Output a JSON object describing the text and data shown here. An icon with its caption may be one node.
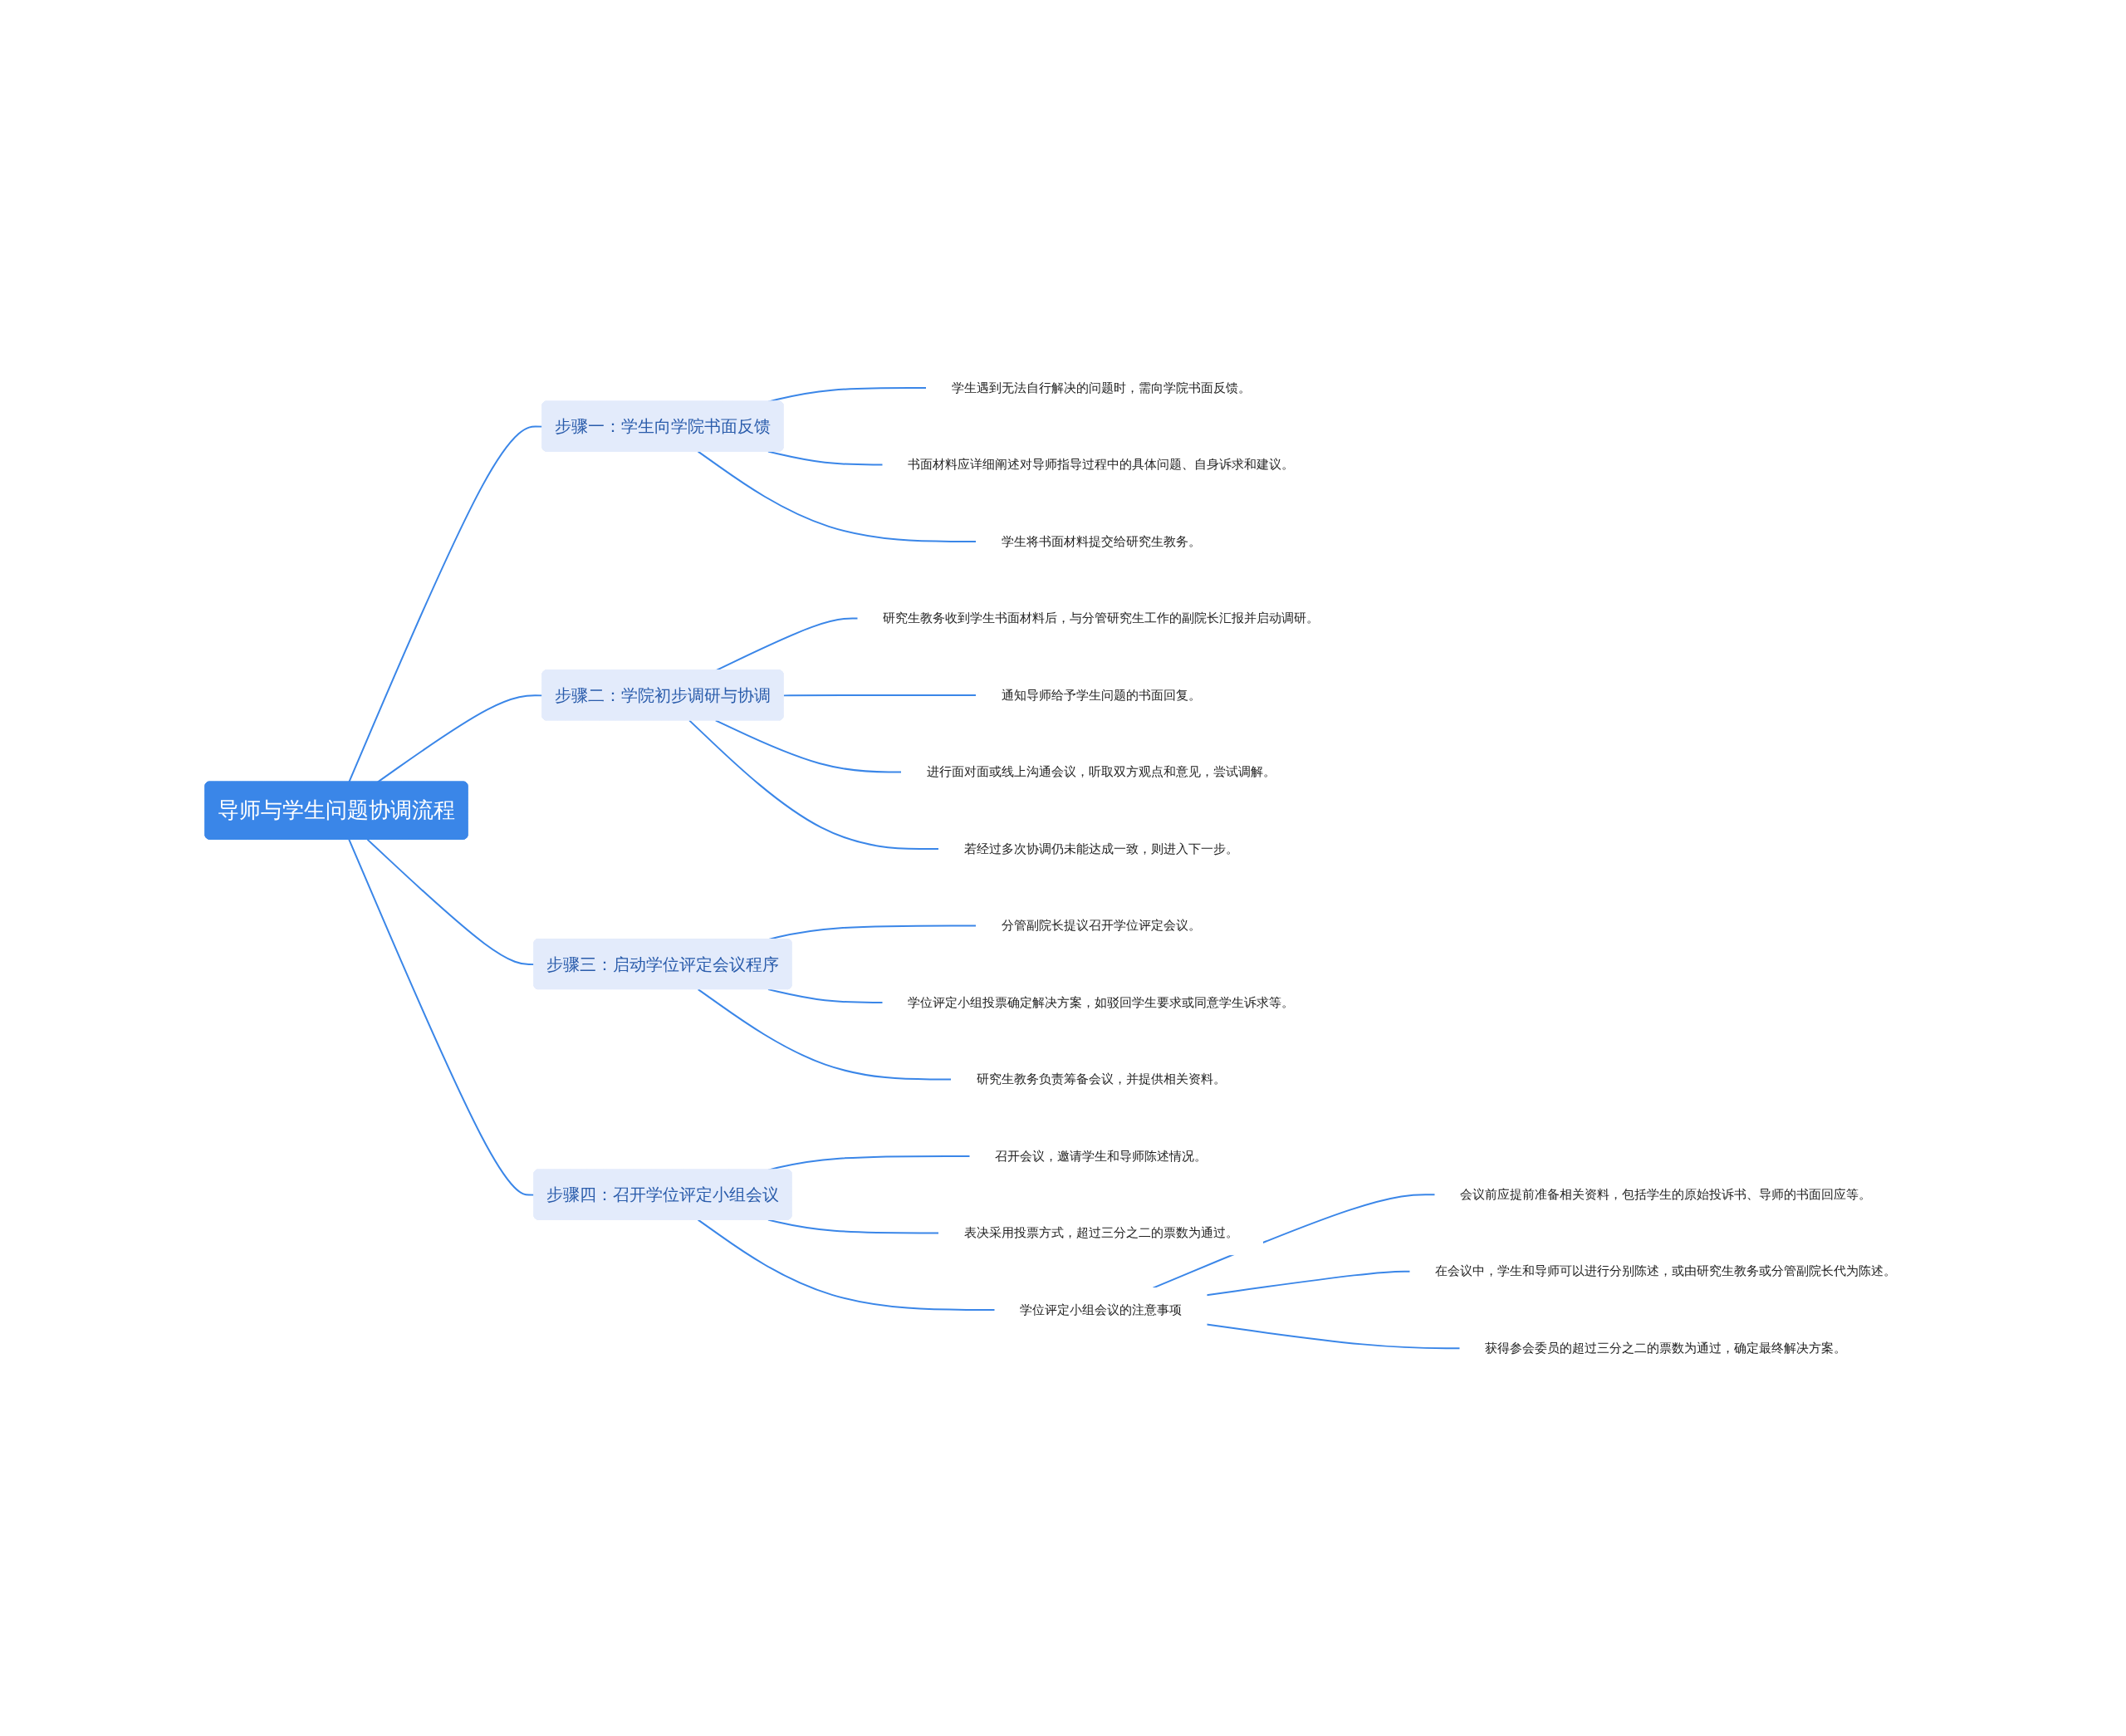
{
  "diagram": {
    "nodes": [
      {
        "text": [
          "导师与学生问题协调流程"
        ]
      },
      {
        "text": [
          "步骤一：学生向学院书面反馈"
        ]
      },
      {
        "text": [
          "学生遇到无法自行解决的问题时，需向学院书面反馈。"
        ]
      },
      {
        "text": [
          "书面材料应详细阐述对导师指导过程中的具体问题、自身诉求和建议。"
        ]
      },
      {
        "text": [
          "学生将书面材料提交给研究生教务。"
        ]
      },
      {
        "text": [
          "步骤二：学院初步调研与协调"
        ]
      },
      {
        "text": [
          "研究生教务收到学生书面材料后，与分管研究生工作的副院长汇报并启动调研。"
        ]
      },
      {
        "text": [
          "通知导师给予学生问题的书面回复。"
        ]
      },
      {
        "text": [
          "进行面对面或线上沟通会议，听取双方观点和意见，尝试调解。"
        ]
      },
      {
        "text": [
          "若经过多次协调仍未能达成一致，则进入下一步。"
        ]
      },
      {
        "text": [
          "步骤三：启动学位评定会议程序"
        ]
      },
      {
        "text": [
          "分管副院长提议召开学位评定会议。"
        ]
      },
      {
        "text": [
          "学位评定小组投票确定解决方案，如驳回学生要求或同意学生诉求等。"
        ]
      },
      {
        "text": [
          "研究生教务负责筹备会议，并提供相关资料。"
        ]
      },
      {
        "text": [
          "步骤四：召开学位评定小组会议"
        ]
      },
      {
        "text": [
          "召开会议，邀请学生和导师陈述情况。"
        ]
      },
      {
        "text": [
          "表决采用投票方式，超过三分之二的票数为通过。"
        ]
      },
      {
        "text": [
          "学位评定小组会议的注意事项"
        ]
      },
      {
        "text": [
          "会议前应提前准备相关资料，包括学生的原始投诉书、导师的书面回应等。"
        ]
      },
      {
        "text": [
          "在会议中，学生和导师可以进行分别陈述，或由研究生教务或分管副院长代为陈述。"
        ]
      },
      {
        "text": [
          "获得参会委员的超过三分之二的票数为通过，确定最终解决方案。"
        ]
      }
    ],
    "edges": [
      {
        "from": 0,
        "to": 1,
        "arrow": "none"
      },
      {
        "from": 1,
        "to": 2,
        "arrow": "none"
      },
      {
        "from": 1,
        "to": 3,
        "arrow": "none"
      },
      {
        "from": 1,
        "to": 4,
        "arrow": "none"
      },
      {
        "from": 0,
        "to": 5,
        "arrow": "none"
      },
      {
        "from": 5,
        "to": 6,
        "arrow": "none"
      },
      {
        "from": 5,
        "to": 7,
        "arrow": "none"
      },
      {
        "from": 5,
        "to": 8,
        "arrow": "none"
      },
      {
        "from": 5,
        "to": 9,
        "arrow": "none"
      },
      {
        "from": 0,
        "to": 10,
        "arrow": "none"
      },
      {
        "from": 10,
        "to": 11,
        "arrow": "none"
      },
      {
        "from": 10,
        "to": 12,
        "arrow": "none"
      },
      {
        "from": 10,
        "to": 13,
        "arrow": "none"
      },
      {
        "from": 0,
        "to": 14,
        "arrow": "none"
      },
      {
        "from": 14,
        "to": 15,
        "arrow": "none"
      },
      {
        "from": 14,
        "to": 16,
        "arrow": "none"
      },
      {
        "from": 14,
        "to": 17,
        "arrow": "none"
      },
      {
        "from": 17,
        "to": 18,
        "arrow": "none"
      },
      {
        "from": 17,
        "to": 19,
        "arrow": "none"
      },
      {
        "from": 17,
        "to": 20,
        "arrow": "none"
      }
    ]
  }
}
